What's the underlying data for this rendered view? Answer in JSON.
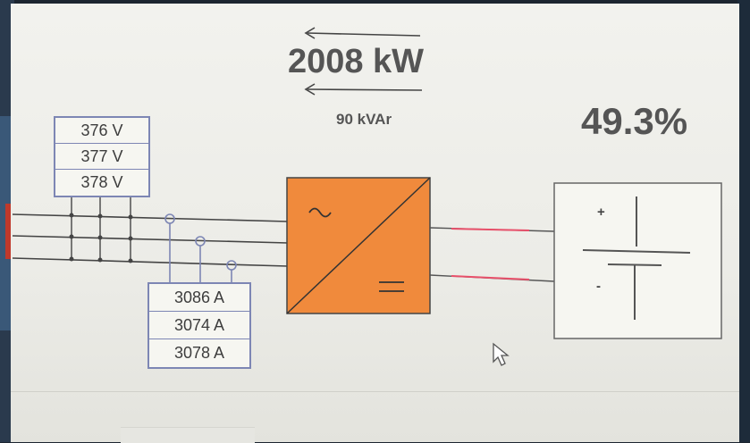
{
  "power": {
    "active": "2008 kW",
    "reactive": "90 kVAr"
  },
  "state_of_charge": "49.3%",
  "voltages": [
    "376 V",
    "377 V",
    "378 V"
  ],
  "currents": [
    "3086 A",
    "3074 A",
    "3078 A"
  ],
  "converter": {
    "ac_symbol": "~",
    "dc_symbol": "="
  },
  "battery": {
    "plus": "+",
    "minus": "-"
  },
  "colors": {
    "converter": "#f08a3c",
    "meter_border": "#7d86b4",
    "dc_line": "#e8506a"
  }
}
